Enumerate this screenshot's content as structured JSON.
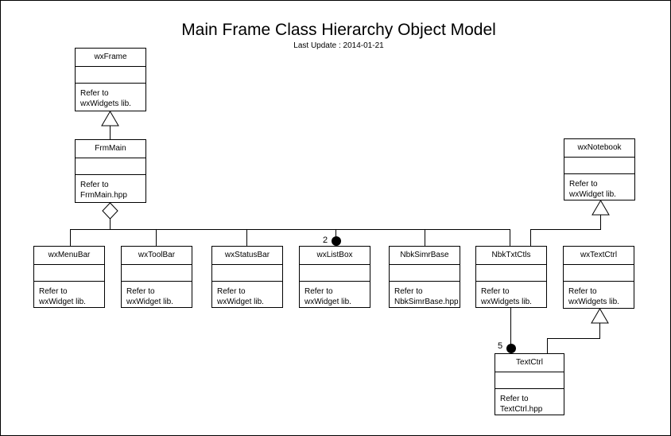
{
  "title": "Main Frame Class Hierarchy Object Model",
  "subtitle": "Last Update : 2014-01-21",
  "classes": {
    "wxFrame": {
      "name": "wxFrame",
      "ops": [
        "Refer to",
        "wxWidgets lib."
      ]
    },
    "FrmMain": {
      "name": "FrmMain",
      "ops": [
        "Refer to",
        "FrmMain.hpp"
      ]
    },
    "wxNotebook": {
      "name": "wxNotebook",
      "ops": [
        "Refer to",
        "wxWidget lib."
      ]
    },
    "wxMenuBar": {
      "name": "wxMenuBar",
      "ops": [
        "Refer to",
        "wxWidget lib."
      ]
    },
    "wxToolBar": {
      "name": "wxToolBar",
      "ops": [
        "Refer to",
        "wxWidget lib."
      ]
    },
    "wxStatusBar": {
      "name": "wxStatusBar",
      "ops": [
        "Refer to",
        "wxWidget lib."
      ]
    },
    "wxListBox": {
      "name": "wxListBox",
      "ops": [
        "Refer to",
        "wxWidget lib."
      ]
    },
    "NbkSimrBase": {
      "name": "NbkSimrBase",
      "ops": [
        "Refer to",
        "NbkSimrBase.hpp"
      ]
    },
    "NbkTxtCtls": {
      "name": "NbkTxtCtls",
      "ops": [
        "Refer to",
        "wxWidgets lib."
      ]
    },
    "wxTextCtrl": {
      "name": "wxTextCtrl",
      "ops": [
        "Refer to",
        "wxWidgets lib."
      ]
    },
    "TextCtrl": {
      "name": "TextCtrl",
      "ops": [
        "Refer to",
        "TextCtrl.hpp"
      ]
    }
  },
  "multiplicities": {
    "listbox": "2",
    "textctrl": "5"
  }
}
